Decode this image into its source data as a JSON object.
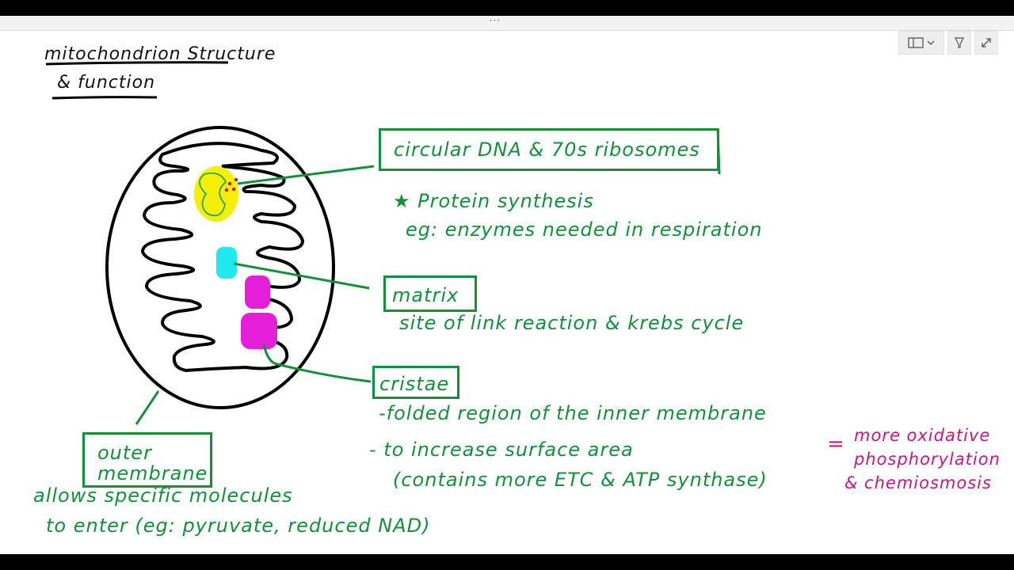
{
  "window": {
    "titlebar_dots": "···",
    "toolbar": {
      "panel_icon": "panel-layout-icon",
      "dropdown_icon": "chevron-down-icon",
      "pen_icon": "pen-icon",
      "expand_icon": "expand-icon"
    }
  },
  "note": {
    "title_line1": "mitochondrion Structure",
    "title_line2": "& function",
    "dna_box": "circular DNA & 70s ribosomes",
    "dna_note1": "Protein synthesis",
    "dna_note2": "eg: enzymes needed in respiration",
    "matrix_box": "matrix",
    "matrix_note": "site of link reaction & krebs cycle",
    "cristae_box": "cristae",
    "cristae_note1": "-folded region of the inner membrane",
    "cristae_note2": "- to increase surface area",
    "cristae_note3": "(contains more ETC & ATP synthase)",
    "equals": "=",
    "result_line1": "more oxidative",
    "result_line2": "phosphorylation",
    "result_line3": "& chemiosmosis",
    "outer_box_line1": "outer",
    "outer_box_line2": "membrane",
    "outer_note1": "allows specific molecules",
    "outer_note2": "to enter (eg: pyruvate, reduced NAD)",
    "star": "★"
  },
  "colors": {
    "green": "#13903a",
    "magenta": "#c8177e",
    "yellow": "#f4f000",
    "cyan": "#1ee8f0",
    "purple": "#e51fd8",
    "red_dots": "#d01020"
  }
}
